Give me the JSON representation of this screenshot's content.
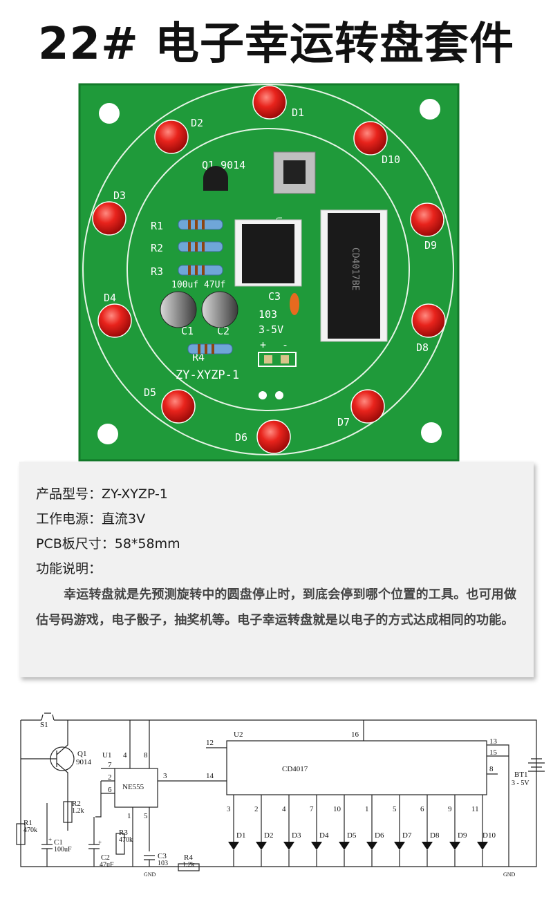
{
  "header": {
    "title": "22# 电子幸运转盘套件"
  },
  "board": {
    "leds": [
      "D1",
      "D2",
      "D3",
      "D4",
      "D5",
      "D6",
      "D7",
      "D8",
      "D9",
      "D10"
    ],
    "transistor_label": "Q1 9014",
    "resistors": [
      "R1",
      "R2",
      "R3",
      "R4"
    ],
    "caps_print": "100uf 47Uf",
    "c1": "C1",
    "c2": "C2",
    "c3": "C3",
    "cap_value": "103",
    "voltage": "3-5V",
    "plus": "+",
    "minus": "-",
    "model": "ZY-XYZP-1",
    "ic1_print": "U1",
    "ic2_print": "CD4017BE"
  },
  "specs": {
    "model": "产品型号：ZY-XYZP-1",
    "power": "工作电源：直流3V",
    "pcb_size": "PCB板尺寸：58*58mm",
    "function_label": "功能说明：",
    "description": "幸运转盘就是先预测旋转中的圆盘停止时，到底会停到哪个位置的工具。也可用做估号码游戏，电子骰子，抽奖机等。电子幸运转盘就是以电子的方式达成相同的功能。"
  },
  "schematic": {
    "s1": "S1",
    "q1": "Q1",
    "q1_value": "9014",
    "u1": "U1",
    "u1_chip": "NE555",
    "u1_pins": {
      "p4": "4",
      "p8": "8",
      "p7": "7",
      "p2": "2",
      "p6": "6",
      "p1": "1",
      "p5": "5",
      "p3": "3"
    },
    "u2": "U2",
    "u2_chip": "CD4017",
    "u2_pins": {
      "p12": "12",
      "p14": "14",
      "p16": "16",
      "p13": "13",
      "p15": "15",
      "p8": "8"
    },
    "out_pins": [
      "3",
      "2",
      "4",
      "7",
      "10",
      "1",
      "5",
      "6",
      "9",
      "11"
    ],
    "leds": [
      "D1",
      "D2",
      "D3",
      "D4",
      "D5",
      "D6",
      "D7",
      "D8",
      "D9",
      "D10"
    ],
    "r1": "R1",
    "r1_value": "470k",
    "r2": "R2",
    "r2_value": "1.2k",
    "r3": "R3",
    "r3_value": "470k",
    "r4": "R4",
    "r4_value": "1.2k",
    "c1": "C1",
    "c1_value": "100uF",
    "c2": "C2",
    "c2_value": "47uF",
    "c3": "C3",
    "c3_value": "103",
    "bt1": "BT1",
    "bt1_value": "3 - 5V",
    "gnd": "GND",
    "plus": "+"
  }
}
